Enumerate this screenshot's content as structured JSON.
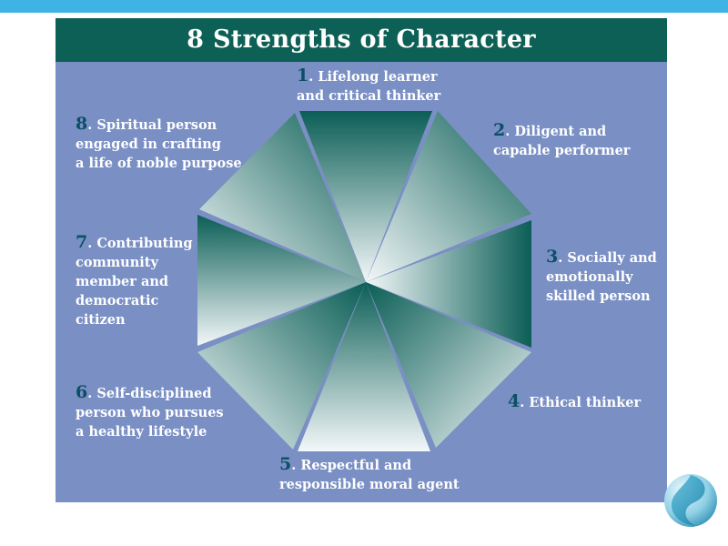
{
  "title": "8 Strengths of Character",
  "colors": {
    "banner": "#0d6055",
    "panel": "#7a8fc4",
    "top_bar": "#3fb3e3",
    "wedge_dark": "#0b5e56",
    "wedge_light": "#f3f7f9",
    "number": "#0b4f66"
  },
  "strengths": [
    {
      "number": "1",
      "text": "Lifelong learner\nand critical thinker"
    },
    {
      "number": "2",
      "text": "Diligent and\ncapable performer"
    },
    {
      "number": "3",
      "text": "Socially and\nemotionally\nskilled person"
    },
    {
      "number": "4",
      "text": "Ethical thinker"
    },
    {
      "number": "5",
      "text": "Respectful and\nresponsible moral agent"
    },
    {
      "number": "6",
      "text": "Self-disciplined\nperson who pursues\na healthy lifestyle"
    },
    {
      "number": "7",
      "text": "Contributing\ncommunity\nmember and\ndemocratic\ncitizen"
    },
    {
      "number": "8",
      "text": "Spiritual person\nengaged in crafting\na life of noble purpose"
    }
  ],
  "logo_icon": "swirl-logo-icon"
}
